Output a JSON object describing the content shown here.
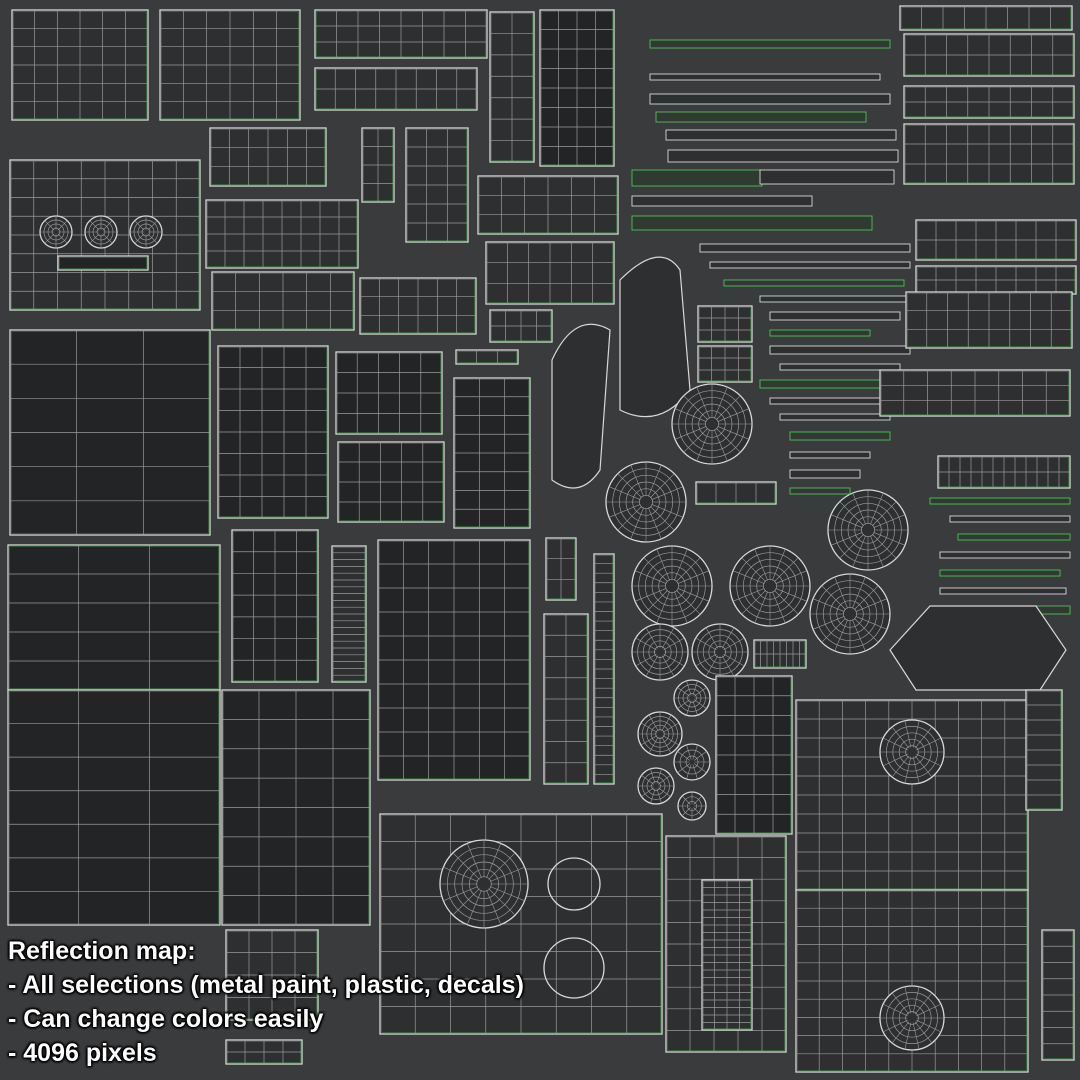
{
  "caption": {
    "title": "Reflection map:",
    "lines": [
      "- All selections (metal paint, plastic, decals)",
      "- Can change colors easily",
      "- 4096 pixels"
    ]
  },
  "colors": {
    "background": "#3a3b3d",
    "panel_fill": "#2e2f31",
    "panel_fill_dark": "#232425",
    "wire": "#d8d8d8",
    "wire_soft": "#9a9a9a",
    "edge_green": "#4fbf5a",
    "caption_text": "#ffffff"
  }
}
